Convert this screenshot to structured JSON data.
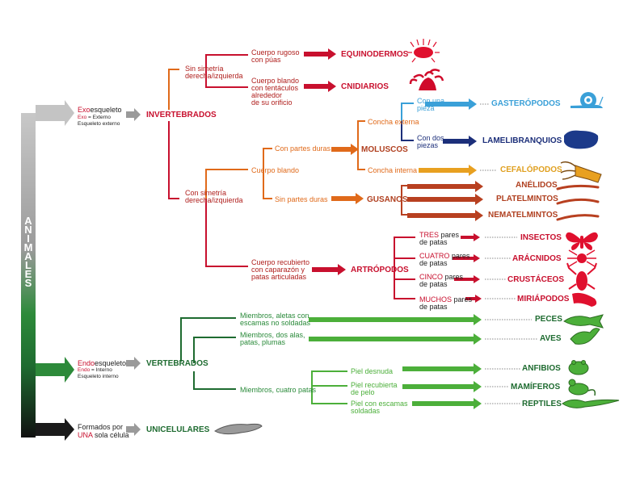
{
  "root": {
    "letters": [
      "A",
      "N",
      "I",
      "M",
      "A",
      "L",
      "E",
      "S"
    ]
  },
  "exo": {
    "prefix": "Exo",
    "suffix": "esqueleto",
    "note1_prefix": "Exo",
    "note1_suffix": " = Externo",
    "note2": "Esqueleto externo"
  },
  "endo": {
    "prefix": "Endo",
    "suffix": "esqueleto",
    "note1_prefix": "Endo",
    "note1_suffix": " = Interno",
    "note2": "Esqueleto interno"
  },
  "uni": {
    "line1": "Formados por",
    "line2_prefix": "UNA",
    "line2_suffix": " sola célula"
  },
  "groups": {
    "invertebrados": "INVERTEBRADOS",
    "vertebrados": "VERTEBRADOS",
    "unicelulares": "UNICELULARES"
  },
  "invert": {
    "sin_simetria": [
      "Sin simetría",
      "derecha/izquierda"
    ],
    "con_simetria": [
      "Con simetría",
      "derecha/izquierda"
    ],
    "cuerpo_rugoso": [
      "Cuerpo rugoso",
      "con púas"
    ],
    "cuerpo_blando_tent": [
      "Cuerpo blando",
      "con tentáculos",
      "alrededor",
      "de su orificio"
    ],
    "cuerpo_blando": "Cuerpo blando",
    "con_partes_duras": "Con partes duras",
    "sin_partes_duras": "Sin partes duras",
    "concha_externa": "Concha externa",
    "concha_interna": "Concha interna",
    "con_una_pieza": [
      "Con una",
      "pieza"
    ],
    "con_dos_piezas": [
      "Con dos",
      "piezas"
    ],
    "cuerpo_caparazon": [
      "Cuerpo recubierto",
      "con caparazón y",
      "patas articuladas"
    ],
    "tres": {
      "prefix": "TRES",
      "suffix": " pares",
      "line2": "de patas"
    },
    "cuatro": {
      "prefix": "CUATRO",
      "suffix": " pares",
      "line2": "de patas"
    },
    "cinco": {
      "prefix": "CINCO",
      "suffix": " pares",
      "line2": "de patas"
    },
    "muchos": {
      "prefix": "MUCHOS",
      "suffix": " pares",
      "line2": "de patas"
    }
  },
  "taxa": {
    "equinodermos": "EQUINODERMOS",
    "cnidiarios": "CNIDIARIOS",
    "moluscos": "MOLUSCOS",
    "gusanos": "GUSANOS",
    "artropodos": "ARTRÓPODOS",
    "gasteropodos": "GASTERÓPODOS",
    "lamelibranquios": "LAMELIBRANQUIOS",
    "cefalopodos": "CEFALÓPODOS",
    "anelidos": "ANÉLIDOS",
    "platelmintos": "PLATELMINTOS",
    "nematelmintos": "NEMATELMINTOS",
    "insectos": "INSECTOS",
    "aracnidos": "ARÁCNIDOS",
    "crustaceos": "CRUSTÁCEOS",
    "miriapodos": "MIRIÁPODOS",
    "peces": "PECES",
    "aves": "AVES",
    "anfibios": "ANFIBIOS",
    "mamiferos": "MAMÍFEROS",
    "reptiles": "REPTILES"
  },
  "vert": {
    "miembros_aletas": [
      "Miembros, aletas con",
      "escamas no soldadas"
    ],
    "miembros_alas": [
      "Miembros, dos alas,",
      "patas, plumas"
    ],
    "miembros_cuatro": "Miembros, cuatro patas",
    "piel_desnuda": "Piel desnuda",
    "piel_pelo": [
      "Piel recubierta",
      "de pelo"
    ],
    "piel_escamas": [
      "Piel con escamas",
      "soldadas"
    ]
  },
  "colors": {
    "red": "#c8102e",
    "orange": "#e06a1a",
    "rust": "#b84020",
    "lightblue": "#3aa0d8",
    "navy": "#1c2f7a",
    "gold": "#e8a020",
    "dgreen": "#1e6b30",
    "lgreen": "#4caf3a"
  }
}
